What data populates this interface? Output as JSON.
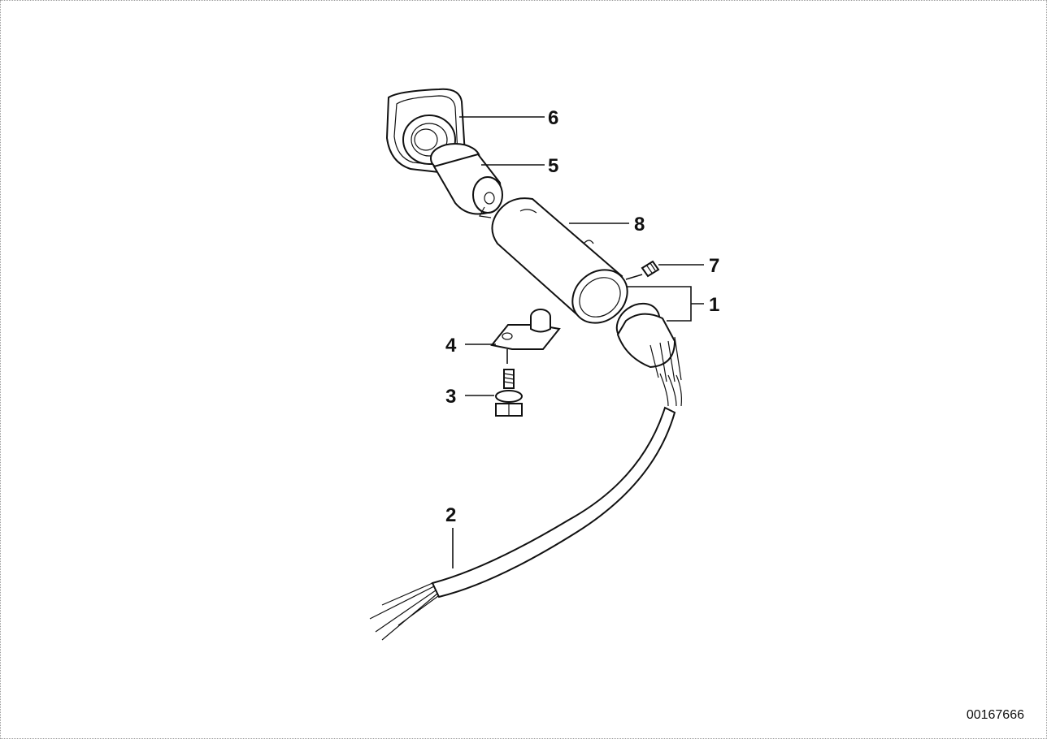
{
  "callouts": [
    {
      "id": "6",
      "label": "6"
    },
    {
      "id": "5",
      "label": "5"
    },
    {
      "id": "8",
      "label": "8"
    },
    {
      "id": "7",
      "label": "7"
    },
    {
      "id": "1",
      "label": "1"
    },
    {
      "id": "4",
      "label": "4"
    },
    {
      "id": "3",
      "label": "3"
    },
    {
      "id": "2",
      "label": "2"
    }
  ],
  "document_id": "00167666"
}
